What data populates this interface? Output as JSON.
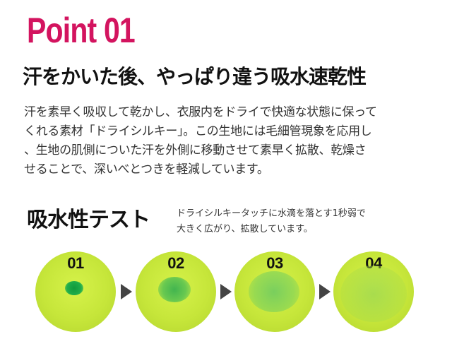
{
  "point": {
    "label": "Point 01",
    "color": "#d3145f"
  },
  "headline": "汗をかいた後、やっぱり違う吸水速乾性",
  "body_lines": [
    "汗を素早く吸収して乾かし、衣服内をドライで快適な状態に保って",
    "くれる素材「ドライシルキー」。この生地には毛細管現象を応用し",
    "、生地の肌側についた汗を外側に移動させて素早く拡散、乾燥さ",
    "せることで、深いべとつきを軽減しています。"
  ],
  "test": {
    "title": "吸水性テスト",
    "desc_lines": [
      "ドライシルキータッチに水滴を落とす1秒弱で",
      "大きく広がり、拡散しています。"
    ]
  },
  "steps": [
    {
      "num": "01"
    },
    {
      "num": "02"
    },
    {
      "num": "03"
    },
    {
      "num": "04"
    }
  ],
  "colors": {
    "fabric": "#c6e63a",
    "water_drop": "#22a84a",
    "arrow": "#444444"
  }
}
